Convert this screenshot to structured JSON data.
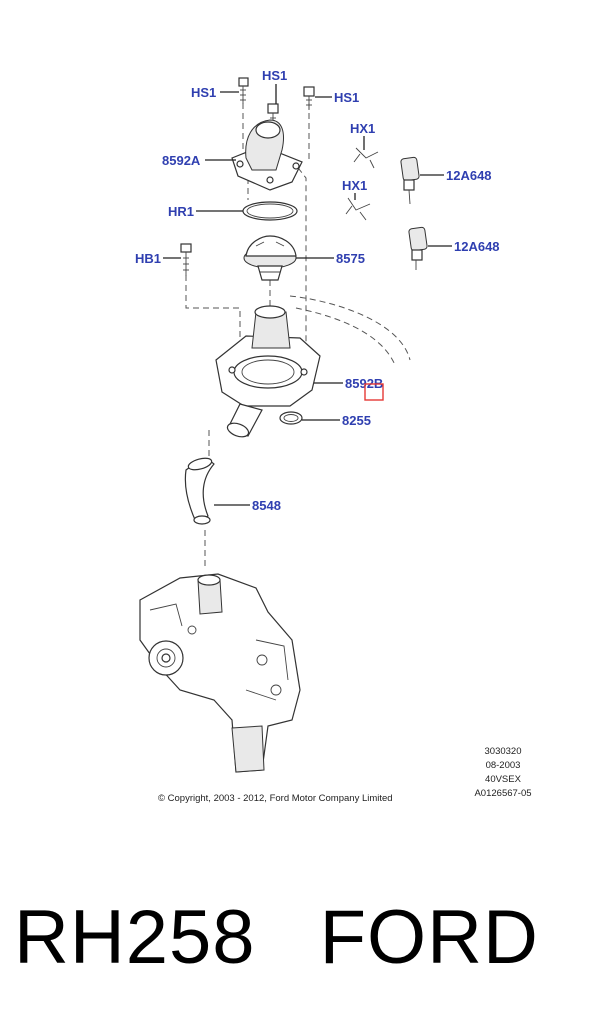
{
  "callouts": {
    "hs1_left": "HS1",
    "hs1_top": "HS1",
    "hs1_right": "HS1",
    "hx1_top": "HX1",
    "hx1_mid": "HX1",
    "housing_upper": "8592A",
    "sensor_top": "12A648",
    "sensor_bottom": "12A648",
    "seal_ring": "HR1",
    "thermostat": "8575",
    "bolt_hb1": "HB1",
    "housing_lower": "8592B",
    "gasket": "8255",
    "hose": "8548"
  },
  "meta": {
    "line1": "3030320",
    "line2": "08-2003",
    "line3": "40VSEX",
    "line4": "A0126567-05"
  },
  "copyright": "© Copyright, 2003 - 2012, Ford Motor Company Limited",
  "footer": {
    "part_number": "RH258",
    "brand": "FORD"
  },
  "colors": {
    "callout_text": "#2f3fb0",
    "highlight_box": "#e53935"
  }
}
